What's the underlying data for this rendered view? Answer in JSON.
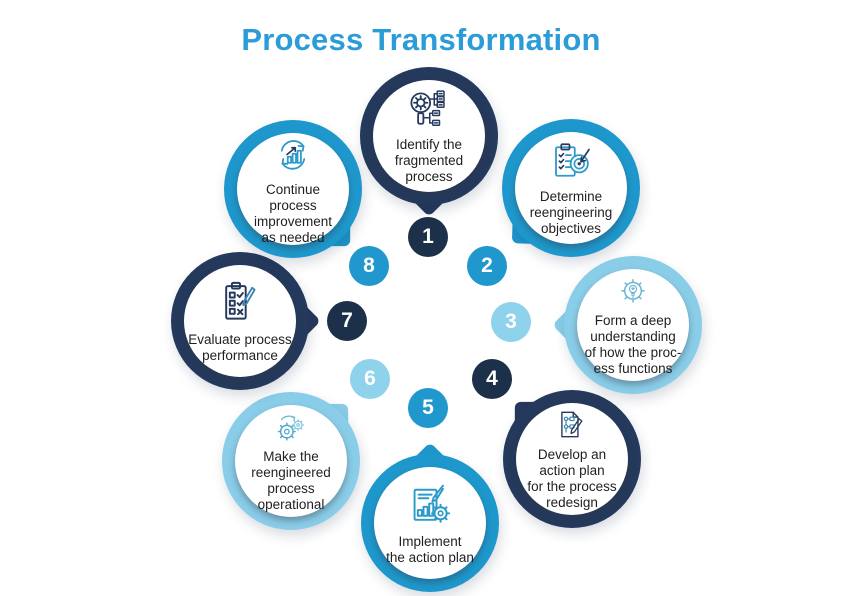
{
  "title": {
    "text": "Process Transformation",
    "color": "#2B9CD8"
  },
  "colors": {
    "navy_ring": "#24395C",
    "bright_blue_ring": "#1E98CC",
    "light_blue_ring": "#8ACDE8",
    "badge_navy": "#1D3049",
    "badge_bright_blue": "#2097CD",
    "badge_light_blue": "#8ED2EC",
    "body_text": "#1F1F1F",
    "background": "#FFFFFF"
  },
  "steps": [
    {
      "number": "1",
      "theme": "navy",
      "icon": "magnifier-gear-flowchart-icon",
      "lines": [
        "Identify the",
        "fragmented",
        "process"
      ]
    },
    {
      "number": "2",
      "theme": "bright",
      "icon": "clipboard-target-arrow-icon",
      "lines": [
        "Determine",
        "reengineering",
        "objectives"
      ]
    },
    {
      "number": "3",
      "theme": "light",
      "icon": "gear-lightbulb-icon",
      "lines": [
        "Form a deep",
        "understanding",
        "of how the proc-",
        "ess functions"
      ]
    },
    {
      "number": "4",
      "theme": "navy",
      "icon": "document-flowchart-pencil-icon",
      "lines": [
        "Develop an",
        "action plan",
        "for the process",
        "redesign"
      ]
    },
    {
      "number": "5",
      "theme": "bright",
      "icon": "report-chart-pencil-gear-icon",
      "lines": [
        "Implement",
        "the action plan"
      ]
    },
    {
      "number": "6",
      "theme": "light",
      "icon": "gears-refresh-arrow-icon",
      "lines": [
        "Make the",
        "reengineered",
        "process",
        "operational"
      ]
    },
    {
      "number": "7",
      "theme": "navy",
      "icon": "checklist-pencil-icon",
      "lines": [
        "Evaluate process",
        "performance"
      ]
    },
    {
      "number": "8",
      "theme": "bright",
      "icon": "cycle-arrows-chart-icon",
      "lines": [
        "Continue process",
        "improvement",
        "as needed"
      ]
    }
  ]
}
